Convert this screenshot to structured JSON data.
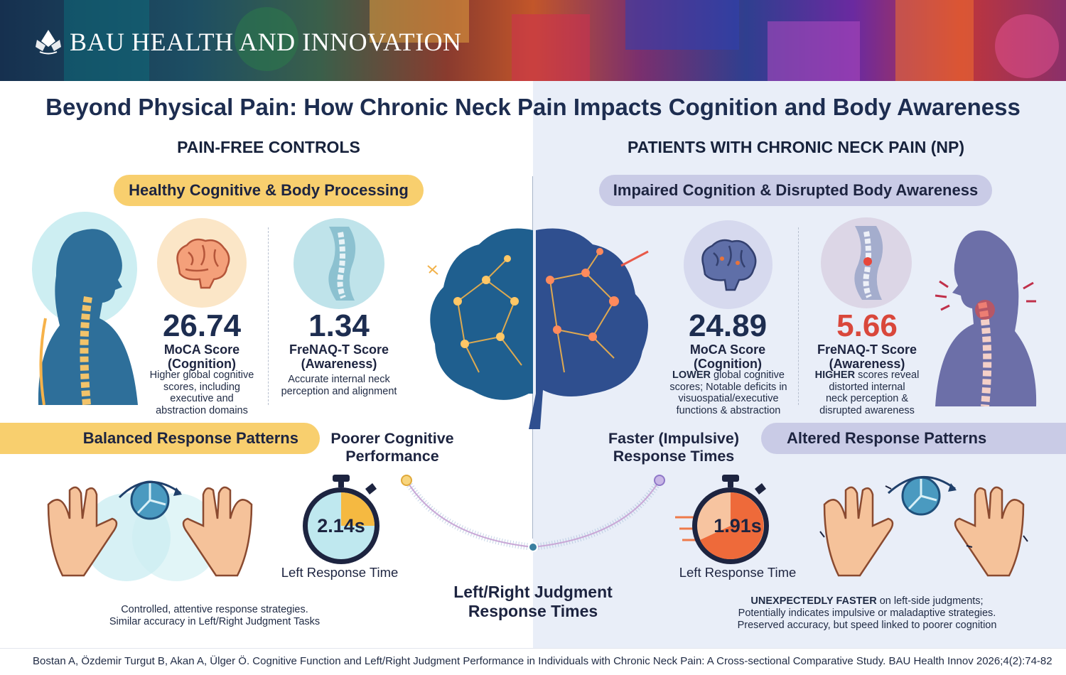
{
  "header": {
    "brand": "BAU HEALTH AND INNOVATION",
    "brand_icon": "lotus-logo-icon"
  },
  "title": "Beyond Physical Pain: How Chronic Neck Pain Impacts Cognition and Body Awareness",
  "left": {
    "heading": "PAIN-FREE CONTROLS",
    "pill": "Healthy Cognitive & Body Processing",
    "moca": {
      "value": "26.74",
      "label_line1": "MoCA Score",
      "label_line2": "(Cognition)",
      "desc": [
        "Higher global cognitive",
        "scores, including",
        "executive and",
        "abstraction domains"
      ]
    },
    "frenaq": {
      "value": "1.34",
      "label_line1": "FreNAQ-T Score",
      "label_line2": "(Awareness)",
      "desc": [
        "Accurate internal neck",
        "perception and alignment"
      ]
    },
    "response_pill": "Balanced Response Patterns",
    "timer_value": "2.14s",
    "timer_label": "Left Response Time",
    "note": [
      "Controlled, attentive response strategies.",
      "Similar accuracy in Left/Right Judgment Tasks"
    ]
  },
  "center": {
    "left_callout": [
      "Poorer Cognitive",
      "Performance"
    ],
    "right_callout": [
      "Faster (Impulsive)",
      "Response Times"
    ],
    "bottom_label": [
      "Left/Right Judgment",
      "Response Times"
    ]
  },
  "right": {
    "heading": "PATIENTS WITH CHRONIC NECK PAIN (NP)",
    "pill": "Impaired Cognition & Disrupted Body Awareness",
    "moca": {
      "value": "24.89",
      "label_line1": "MoCA Score",
      "label_line2": "(Cognition)",
      "desc_bold": "LOWER",
      "desc": [
        " global cognitive",
        "scores; Notable deficits in",
        "visuospatial/executive",
        "functions & abstraction"
      ]
    },
    "frenaq": {
      "value": "5.66",
      "label_line1": "FreNAQ-T Score",
      "label_line2": "(Awareness)",
      "desc_bold": "HIGHER",
      "desc": [
        " scores reveal",
        "distorted internal",
        "neck perception &",
        "disrupted awareness"
      ]
    },
    "response_pill": "Altered Response Patterns",
    "timer_value": "1.91s",
    "timer_label": "Left Response Time",
    "note_bold": "UNEXPECTEDLY FASTER",
    "note": [
      " on left-side judgments;",
      "Potentially indicates impulsive or maladaptive strategies.",
      "Preserved accuracy, but speed linked to poorer cognition"
    ]
  },
  "footer": "Bostan A, Özdemir Turgut B, Akan A, Ülger Ö. Cognitive Function and Left/Right Judgment Performance in Individuals with Chronic Neck Pain: A Cross-sectional Comparative Study. BAU Health Innov 2026;4(2):74-82",
  "colors": {
    "navy": "#1d2d50",
    "yellow_pill": "#f8cf6e",
    "purple_pill": "#c9cbe6",
    "right_panel": "#e9eef8",
    "highlight_red": "#d9473b",
    "timer_left": "#f5b941",
    "timer_right": "#ee6a3a"
  }
}
